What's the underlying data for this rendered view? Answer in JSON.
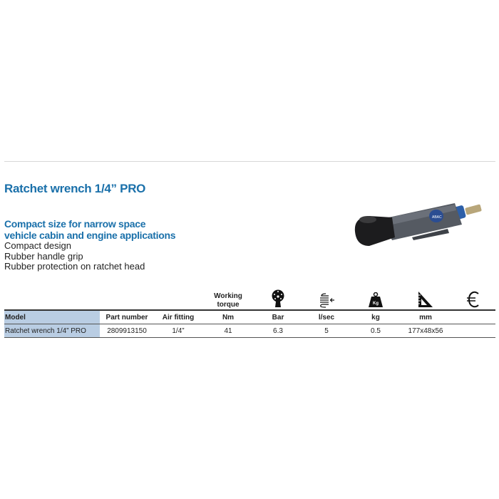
{
  "product": {
    "title": "Ratchet wrench 1/4” PRO",
    "subtitle_lines": [
      "Compact size for narrow space",
      "vehicle cabin and engine applications"
    ],
    "features": [
      "Compact design",
      "Rubber handle grip",
      "Rubber protection on ratchet head"
    ],
    "image_logo": "ABAC"
  },
  "table": {
    "icon_row": {
      "torque_label": "Working torque",
      "icons": [
        "pressure-gauge-icon",
        "air-flow-icon",
        "weight-icon",
        "dimensions-icon",
        "euro-icon"
      ],
      "weight_icon_text": "Kg"
    },
    "headers": [
      "Model",
      "Part number",
      "Air fitting",
      "Nm",
      "Bar",
      "l/sec",
      "kg",
      "mm",
      ""
    ],
    "rows": [
      {
        "model": "Ratchet wrench 1/4” PRO",
        "part_number": "2809913150",
        "air_fitting": "1/4”",
        "nm": "41",
        "bar": "6.3",
        "lsec": "5",
        "kg": "0.5",
        "mm": "177x48x56",
        "price": ""
      }
    ]
  },
  "colors": {
    "brand_blue": "#1a70aa",
    "model_cell": "#b9cde3"
  }
}
